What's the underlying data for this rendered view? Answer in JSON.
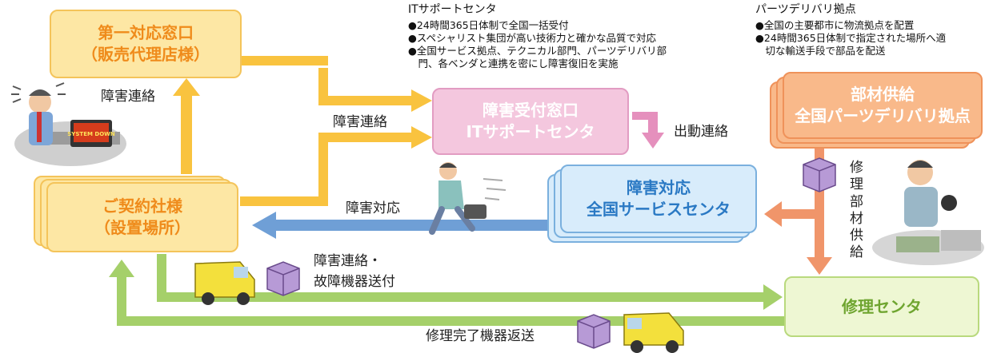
{
  "boxes": {
    "first_contact": {
      "line1": "第一対応窓口",
      "line2": "（販売代理店様）"
    },
    "customer": {
      "line1": "ご契約社様",
      "line2": "（設置場所）"
    },
    "reception": {
      "line1": "障害受付窓口",
      "line2": "ITサポートセンタ"
    },
    "service_center": {
      "line1": "障害対応",
      "line2": "全国サービスセンタ"
    },
    "parts": {
      "line1": "部材供給",
      "line2": "全国パーツデリバリ拠点"
    },
    "repair_center": {
      "line1": "修理センタ"
    }
  },
  "labels": {
    "report_up": "障害連絡",
    "report_mid": "障害連絡",
    "dispatch": "出動連絡",
    "response": "障害対応",
    "send_line1": "障害連絡・",
    "send_line2": "故障機器送付",
    "return": "修理完了機器返送",
    "supply": "修理部材供給"
  },
  "notes": {
    "it_support": {
      "title": "ITサポートセンタ",
      "items": [
        "●24時間365日体制で全国一括受付",
        "●スペシャリスト集団が高い技術力と確かな品質で対応",
        "●全国サービス拠点、テクニカル部門、パーツデリバリ部",
        "　門、各ベンダと連携を密にし障害復旧を実施"
      ]
    },
    "parts_delivery": {
      "title": "パーツデリバリ拠点",
      "items": [
        "●全国の主要都市に物流拠点を配置",
        "●24時間365日体制で指定された場所へ適",
        "　切な輸送手段で部品を配送"
      ]
    }
  },
  "illustrations": {
    "screen_text": "SYSTEM DOWN"
  },
  "colors": {
    "yellow_arrow": "#f9c33f",
    "pink_arrow": "#e590bd",
    "blue_arrow": "#6f9fd6",
    "orange_arrow": "#f0956a",
    "green_arrow": "#a5d06a"
  }
}
